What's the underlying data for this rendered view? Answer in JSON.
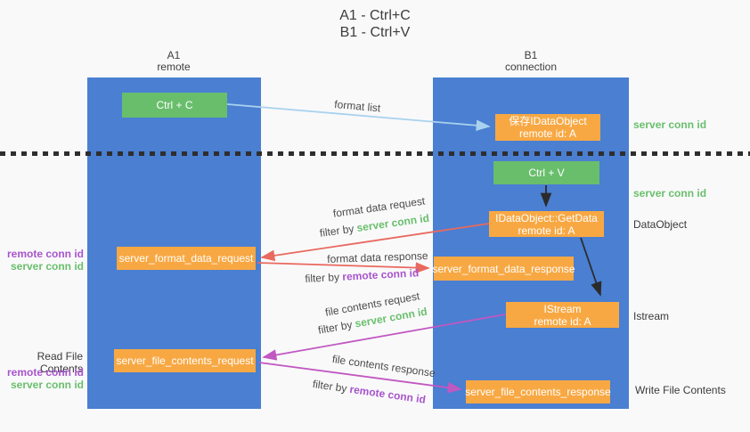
{
  "title": {
    "line1": "A1 - Ctrl+C",
    "line2": "B1 - Ctrl+V"
  },
  "lanes": {
    "a1": {
      "name": "A1",
      "subtitle": "remote"
    },
    "b1": {
      "name": "B1",
      "subtitle": "connection"
    }
  },
  "nodes": {
    "ctrl_c": "Ctrl + C",
    "ctrl_v": "Ctrl + V",
    "save_dataobject": {
      "line1": "保存IDataObject",
      "line2": "remote id: A"
    },
    "getdata": {
      "line1": "IDataObject::GetData",
      "line2": "remote id: A"
    },
    "istream": {
      "line1": "IStream",
      "line2": "remote id: A"
    },
    "format_request": "server_format_data_request",
    "format_response": "server_format_data_response",
    "file_request": "server_file_contents_request",
    "file_response": "server_file_contents_response"
  },
  "annotations": {
    "right_server_conn_top": "server conn id",
    "right_server_conn_mid": "server conn id",
    "right_dataobject": "DataObject",
    "right_istream": "Istream",
    "right_write_file": "Write File Contents",
    "left_remote_conn_top": "remote conn id",
    "left_server_conn_top": "server conn id",
    "left_read_file": "Read File Contents",
    "left_remote_conn_bottom": "remote conn id",
    "left_server_conn_bottom": "server conn id"
  },
  "edges": {
    "format_list": "format list",
    "format_data_request": "format data request",
    "format_data_response": "format data response",
    "file_contents_request": "file contents request",
    "file_contents_response": "file contents response",
    "filter_by": "filter by ",
    "server_conn_id": "server conn id",
    "remote_conn_id": "remote conn id"
  },
  "colors": {
    "lane_blue": "#4a7fd2",
    "node_green": "#69be6c",
    "node_orange": "#f8a843",
    "arrow_light_blue": "#a9d2ee",
    "arrow_black": "#2b2b2b",
    "arrow_red": "#e9695f",
    "arrow_magenta": "#c158c1",
    "text_green": "#6abf6c",
    "text_purple": "#a855cc"
  }
}
